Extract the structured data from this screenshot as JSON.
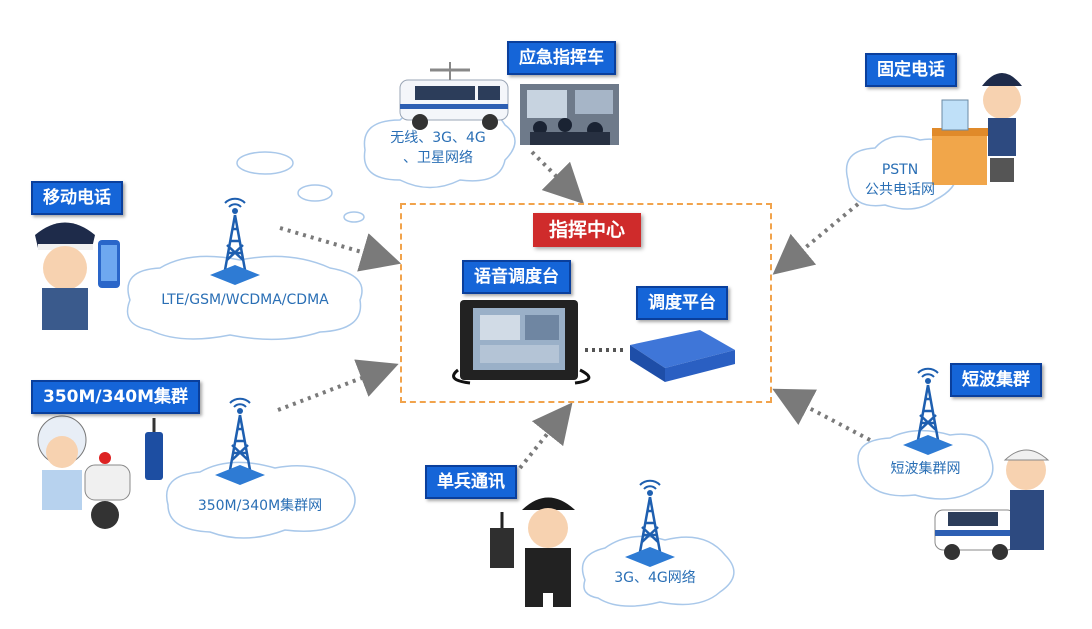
{
  "center": {
    "title": "指挥中心",
    "console_label": "语音调度台",
    "platform_label": "调度平台"
  },
  "nodes": {
    "vehicle": {
      "label": "应急指挥车",
      "cloud_text": [
        "无线、3G、4G",
        "、卫星网络"
      ]
    },
    "fixed_phone": {
      "label": "固定电话",
      "cloud_text": [
        "PSTN",
        "公共电话网"
      ]
    },
    "mobile": {
      "label": "移动电话",
      "cloud_text": [
        "LTE/GSM/WCDMA/CDMA"
      ]
    },
    "trunk350": {
      "label": "350M/340M集群",
      "cloud_text": [
        "350M/340M集群网"
      ]
    },
    "shortwave": {
      "label": "短波集群",
      "cloud_text": [
        "短波集群网"
      ]
    },
    "soldier": {
      "label": "单兵通讯",
      "cloud_text": [
        "3G、4G网络"
      ]
    }
  },
  "colors": {
    "label_blue": "#1565d8",
    "center_red": "#cf2b2b",
    "dash_orange": "#f1a34c",
    "cloud_text": "#2a6fb5",
    "arrow_gray": "#7a7a7a"
  }
}
